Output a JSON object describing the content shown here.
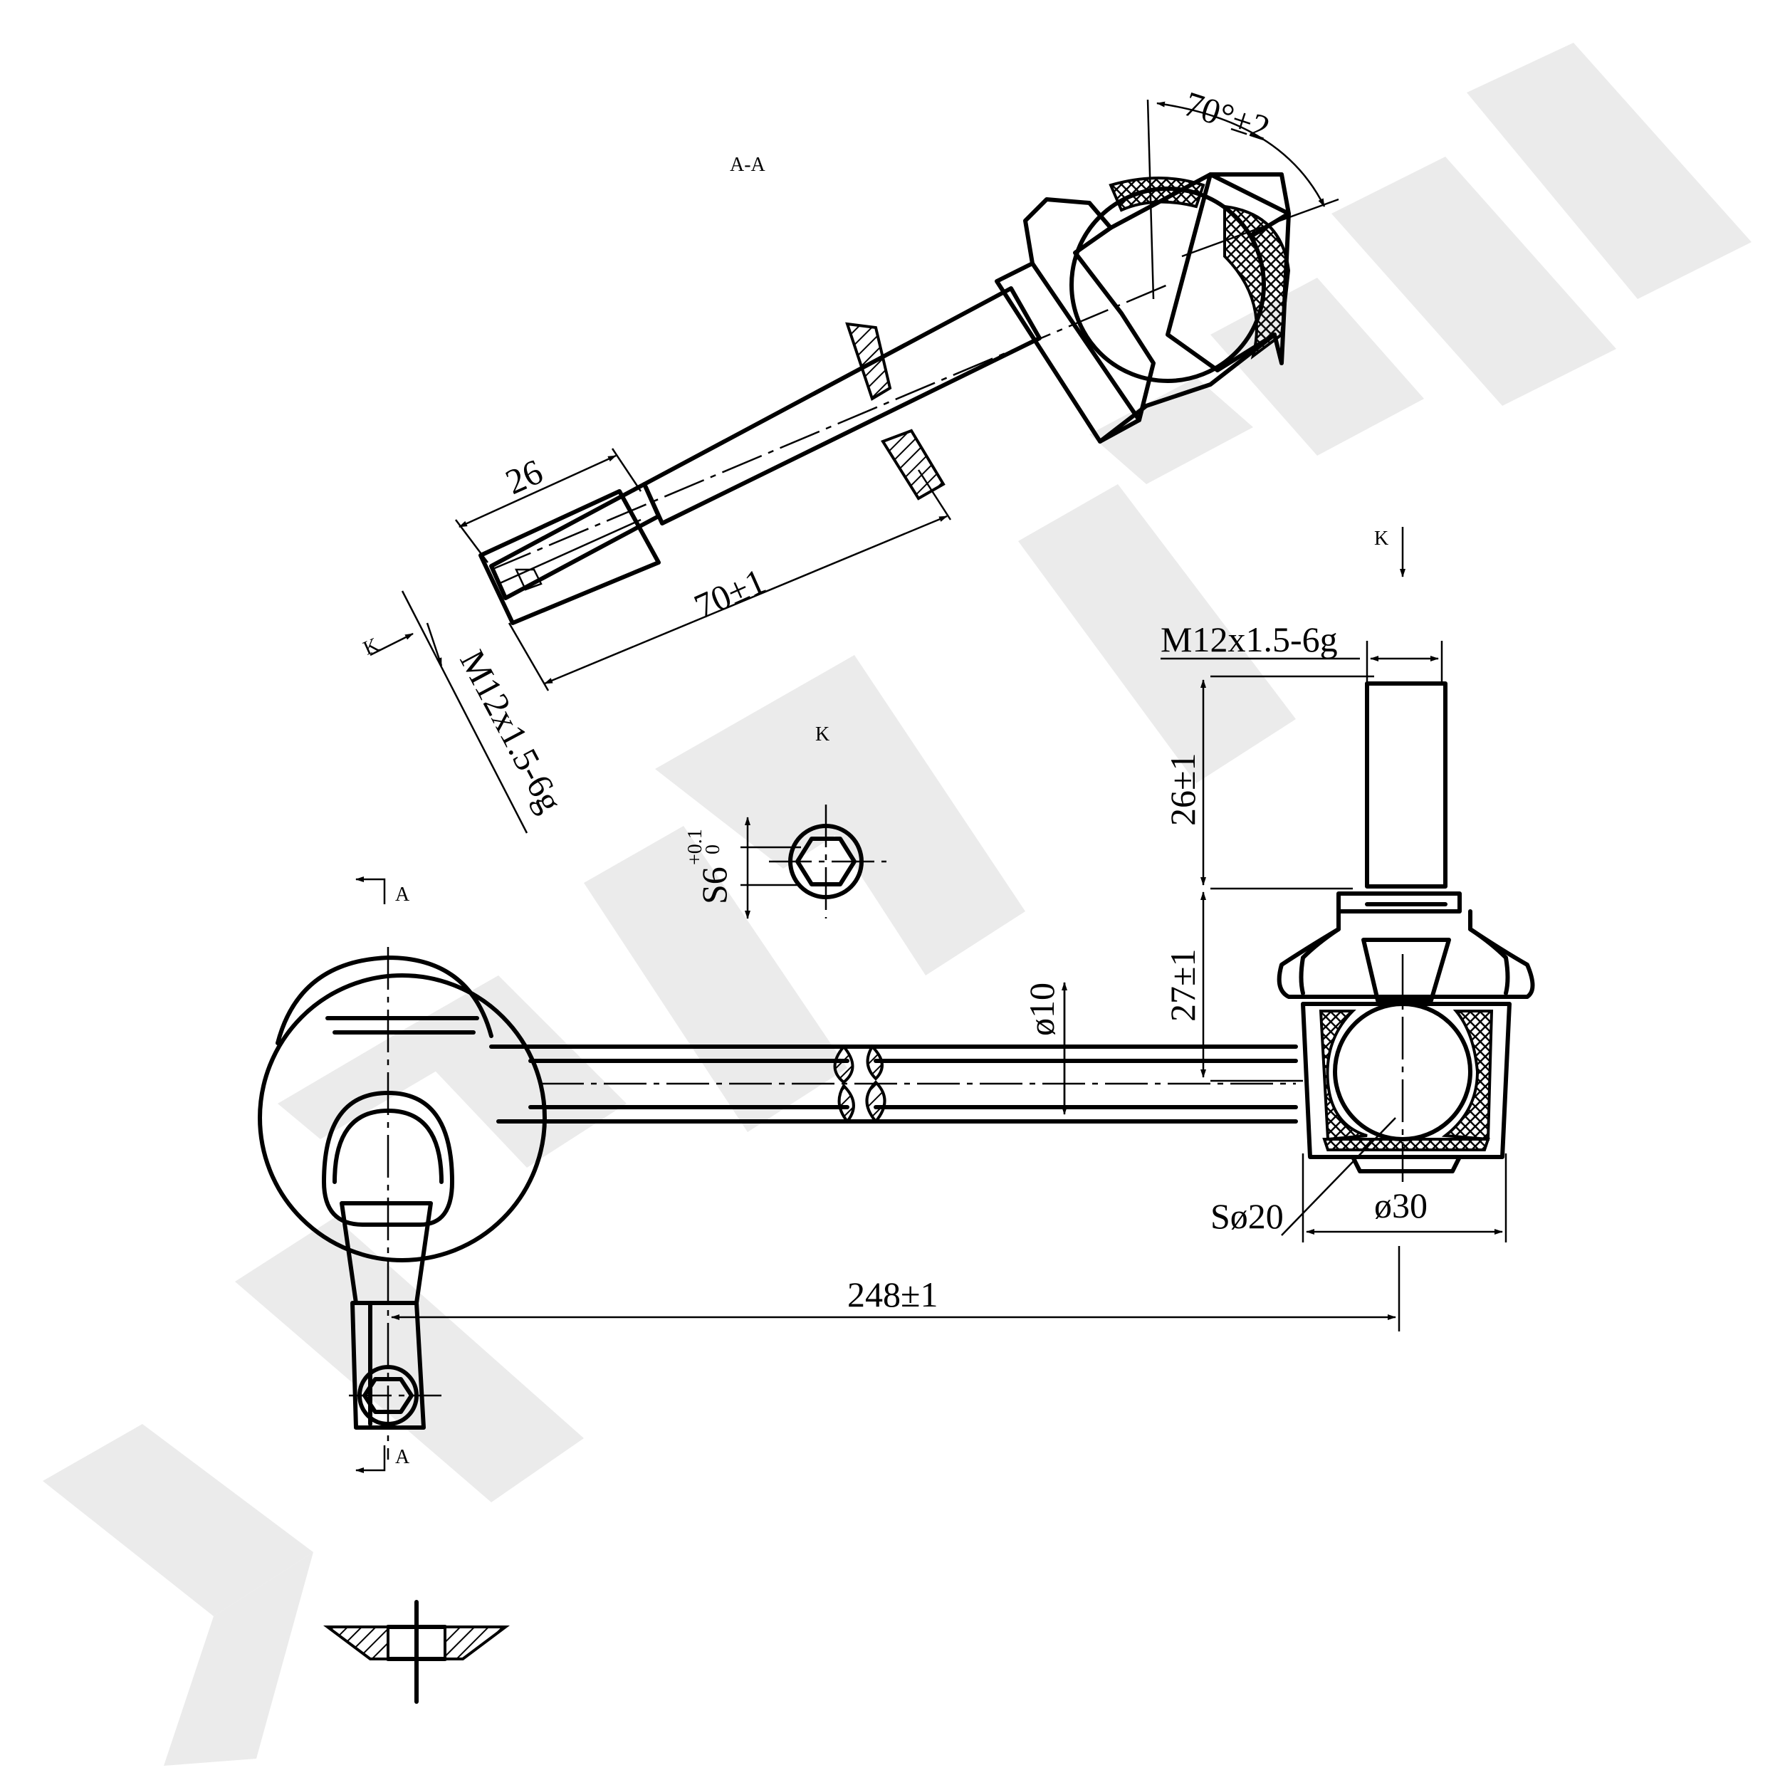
{
  "labels": {
    "section_aa": "A-A",
    "view_k_top": "K",
    "view_k_left": "K",
    "view_k_mid": "K",
    "section_a_top": "A",
    "section_a_bottom": "A"
  },
  "dimensions": {
    "angle": "70°±2",
    "len_26_top": "26",
    "len_70": "70±1",
    "thread_top": "M12x1.5-6g",
    "thread_right": "M12x1.5-6g",
    "len_26_right": "26±1",
    "len_27": "27±1",
    "dia_10": "ø10",
    "hex_s6": "S6",
    "hex_tol_upper": "+0.1",
    "hex_tol_lower": "0",
    "ball_sphere": "Sø20",
    "dia_30": "ø30",
    "len_248": "248±1"
  }
}
